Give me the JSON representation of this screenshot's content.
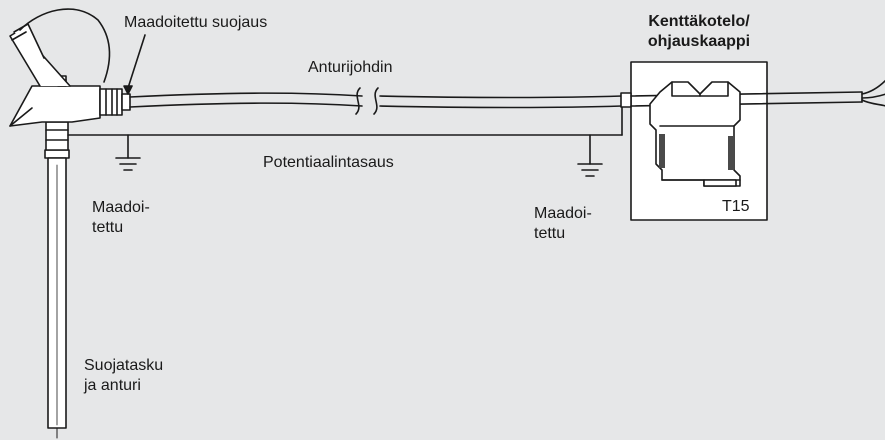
{
  "labels": {
    "grounded_shield": "Maadoitettu suojaus",
    "sensor_cable": "Anturijohdin",
    "field_housing_line1": "Kenttäkotelo/",
    "field_housing_line2": "ohjauskaappi",
    "equipotential": "Potentiaalintasaus",
    "grounded_left_line1": "Maadoi-",
    "grounded_left_line2": "tettu",
    "grounded_right_line1": "Maadoi-",
    "grounded_right_line2": "tettu",
    "device_model": "T15",
    "thermowell_line1": "Suojatasku",
    "thermowell_line2": "ja anturi"
  },
  "colors": {
    "background": "#e6e7e8",
    "stroke": "#1a1a1a",
    "fill": "#ffffff"
  }
}
